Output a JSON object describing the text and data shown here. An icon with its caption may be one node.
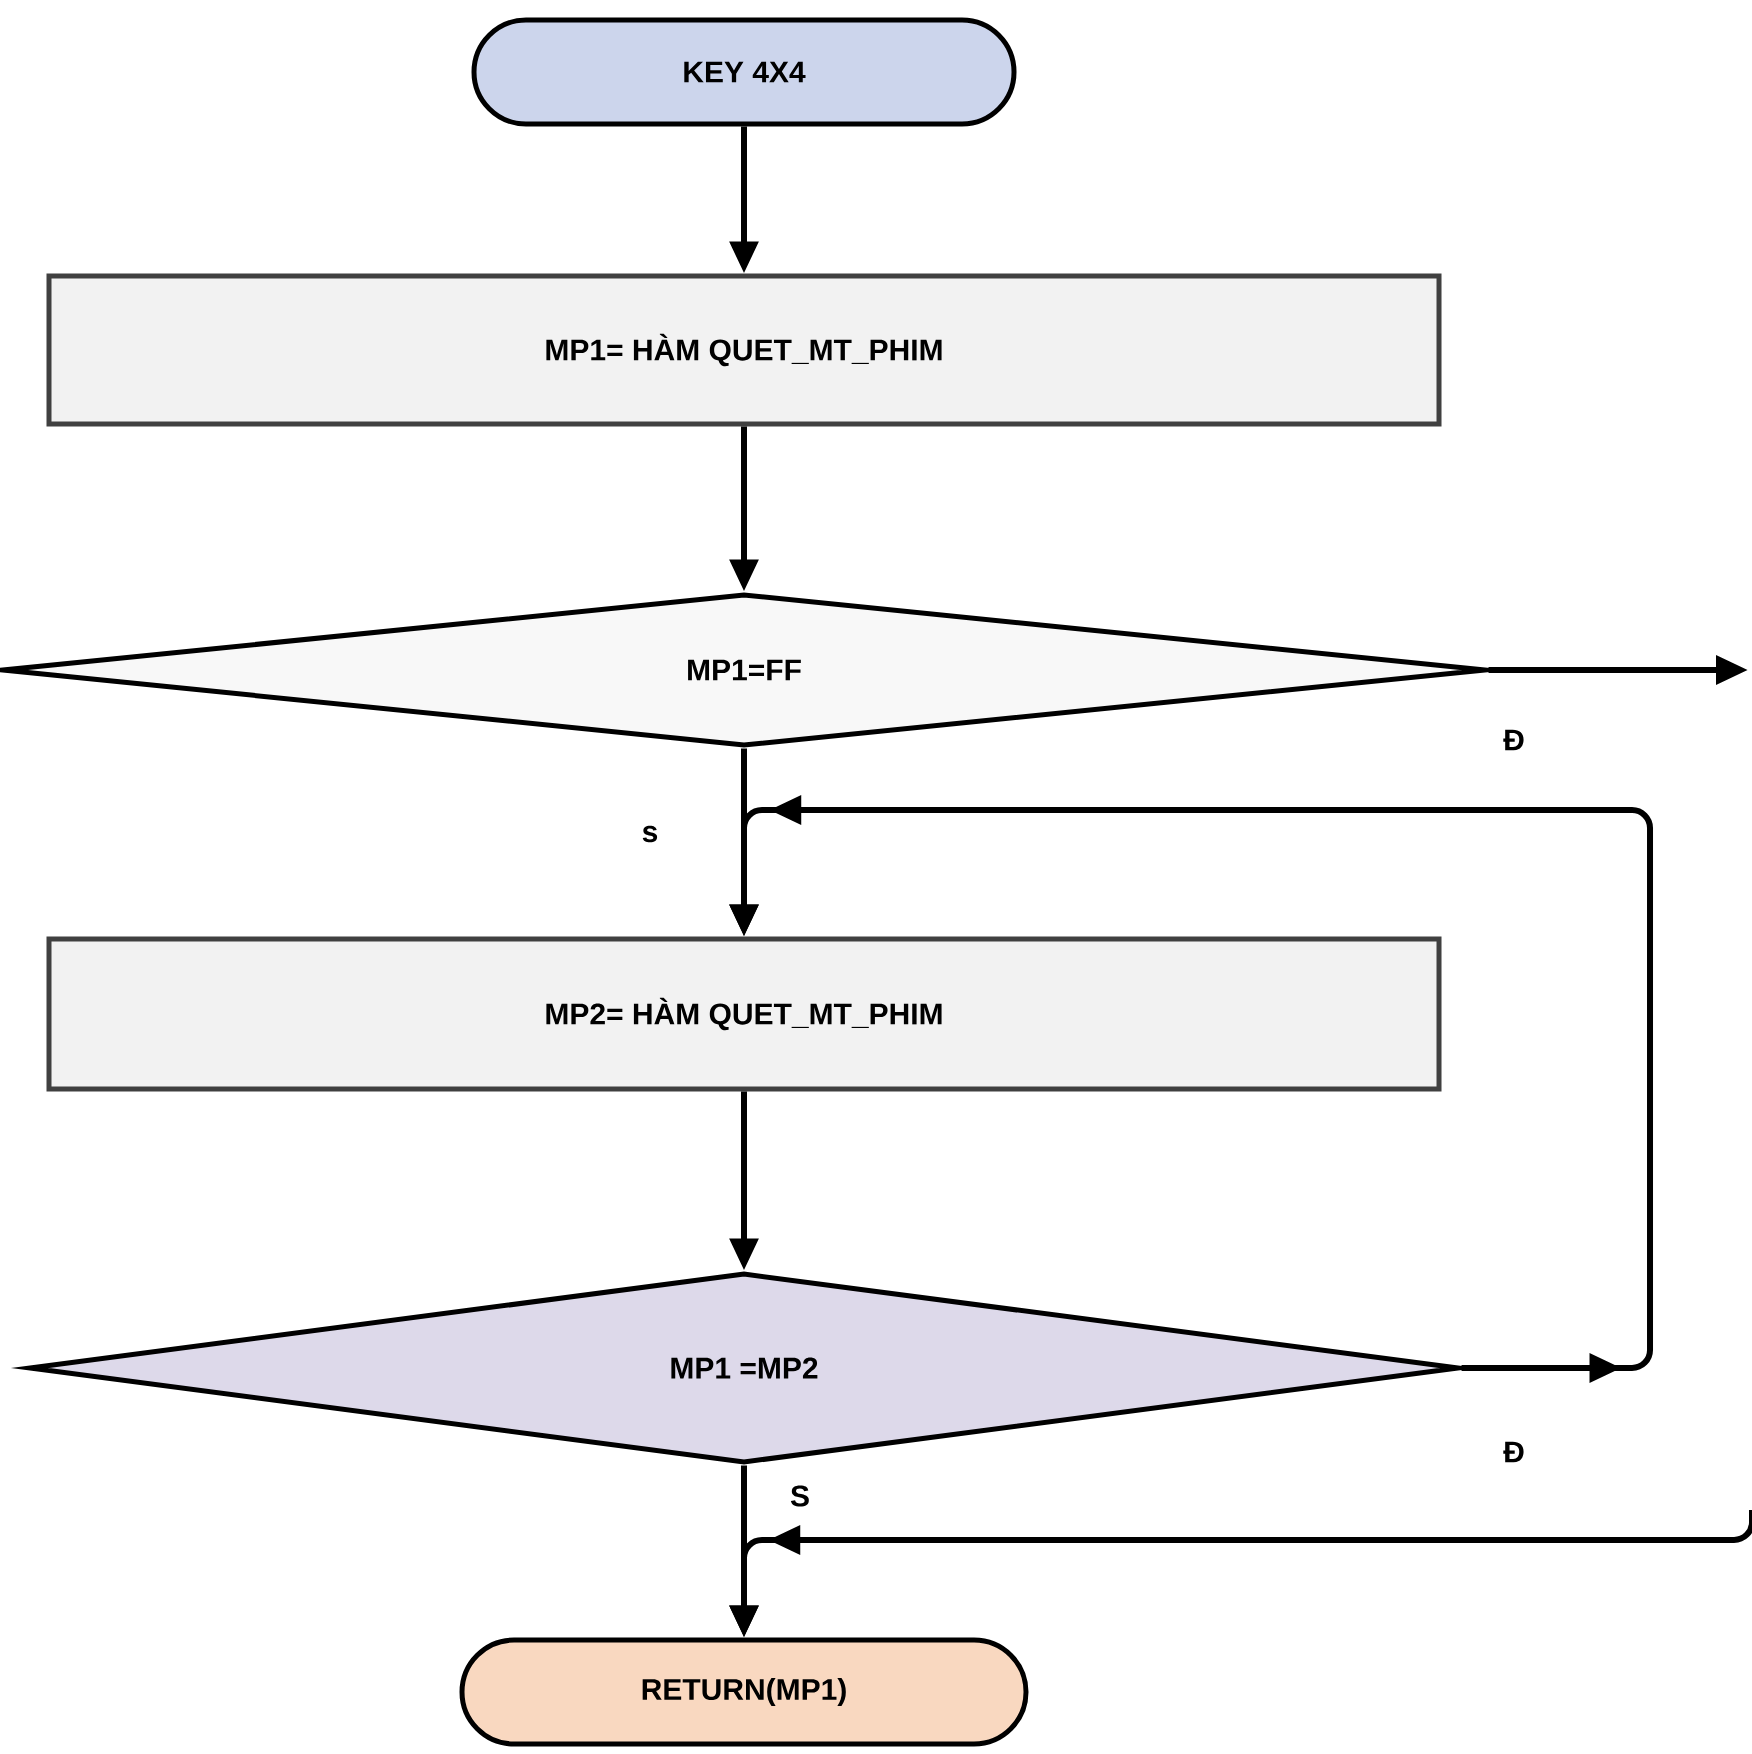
{
  "diagram": {
    "nodes": [
      {
        "text": [
          "KEY 4X4"
        ]
      },
      {
        "text": [
          "MP1= HÀM QUET_MT_PHIM"
        ]
      },
      {
        "text": [
          "MP1=FF"
        ]
      },
      {
        "text": [
          "MP2= HÀM QUET_MT_PHIM"
        ]
      },
      {
        "text": [
          "MP1 =MP2"
        ]
      },
      {
        "text": [
          "RETURN(MP1)"
        ]
      }
    ],
    "edges": [
      {
        "from": 0,
        "to": 1,
        "arrow": "to"
      },
      {
        "from": 1,
        "to": 2,
        "arrow": "to"
      },
      {
        "from": 2,
        "to": 3,
        "arrow": "to",
        "label": "s"
      },
      {
        "from": 2,
        "to": null,
        "arrow": "to",
        "label": "Đ"
      },
      {
        "from": 3,
        "to": 4,
        "arrow": "to"
      },
      {
        "from": 4,
        "to": 3,
        "arrow": "to",
        "label": "Đ"
      },
      {
        "from": 4,
        "to": 5,
        "arrow": "to",
        "label": "S"
      },
      {
        "from": null,
        "to": 5,
        "arrow": "to"
      }
    ]
  }
}
